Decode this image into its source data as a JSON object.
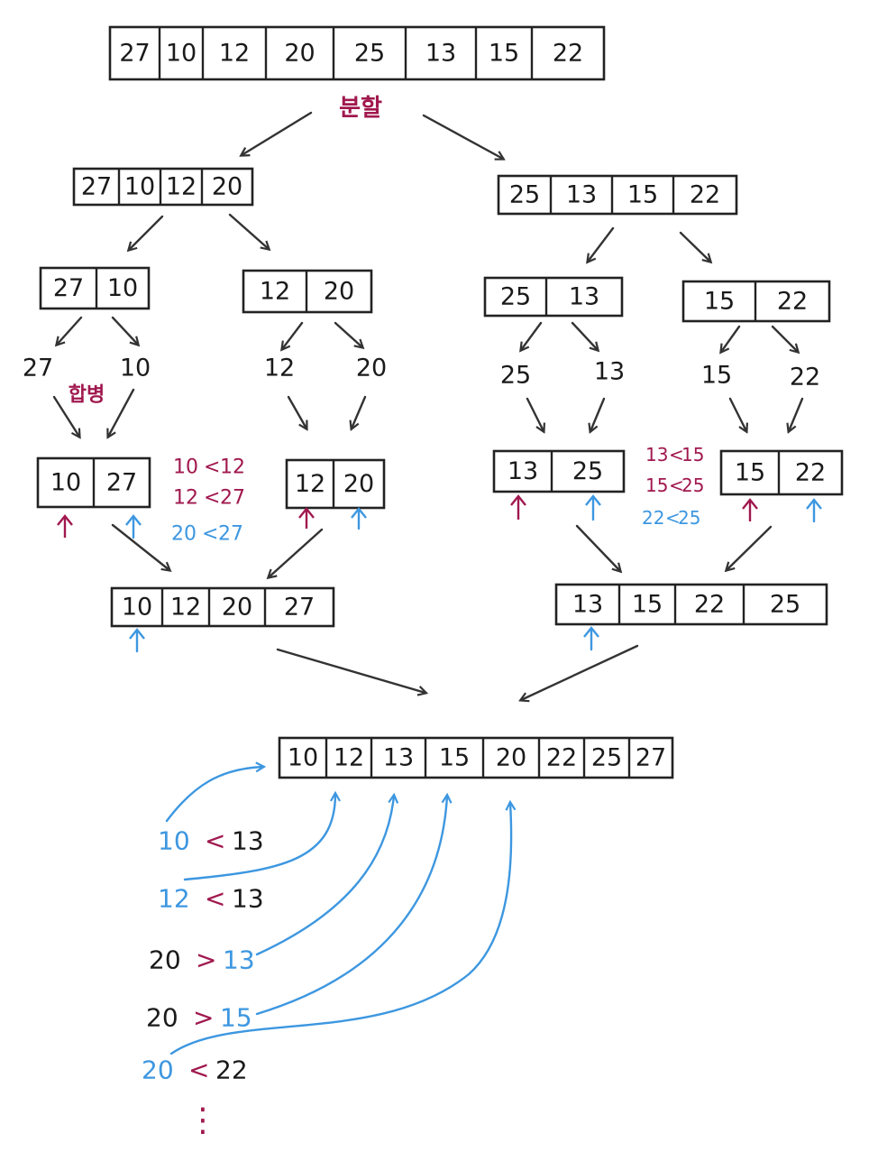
{
  "colors": {
    "ink": "#1a1a1a",
    "split_merge": "#a0184e",
    "pointer_red": "#a0184e",
    "pointer_blue": "#3d97e0"
  },
  "labels": {
    "split": "분할",
    "merge": "합병"
  },
  "arrays": {
    "original": [
      "27",
      "10",
      "12",
      "20",
      "25",
      "13",
      "15",
      "22"
    ],
    "left_half": [
      "27",
      "10",
      "12",
      "20"
    ],
    "right_half": [
      "25",
      "13",
      "15",
      "22"
    ],
    "q1": [
      "27",
      "10"
    ],
    "q2": [
      "12",
      "20"
    ],
    "q3": [
      "25",
      "13"
    ],
    "q4": [
      "15",
      "22"
    ],
    "single": [
      "27",
      "10",
      "12",
      "20",
      "25",
      "13",
      "15",
      "22"
    ],
    "m1": [
      "10",
      "27"
    ],
    "m2": [
      "12",
      "20"
    ],
    "m3": [
      "13",
      "25"
    ],
    "m4": [
      "15",
      "22"
    ],
    "ml": [
      "10",
      "12",
      "20",
      "27"
    ],
    "mr": [
      "13",
      "15",
      "22",
      "25"
    ],
    "final": [
      "10",
      "12",
      "13",
      "15",
      "20",
      "22",
      "25",
      "27"
    ]
  },
  "comparisons_left": [
    {
      "a": "10",
      "op": "<",
      "b": "12"
    },
    {
      "a": "12",
      "op": "<",
      "b": "27"
    },
    {
      "a": "20",
      "op": "<",
      "b": "27"
    }
  ],
  "comparisons_right": [
    {
      "a": "13",
      "op": "<",
      "b": "15"
    },
    {
      "a": "15",
      "op": "<",
      "b": "25"
    },
    {
      "a": "22",
      "op": "<",
      "b": "25"
    }
  ],
  "comparisons_final": [
    {
      "a": "10",
      "op": "<",
      "b": "13"
    },
    {
      "a": "12",
      "op": "<",
      "b": "13"
    },
    {
      "a": "20",
      "op": ">",
      "b": "13"
    },
    {
      "a": "20",
      "op": ">",
      "b": "15"
    },
    {
      "a": "20",
      "op": "<",
      "b": "22"
    }
  ],
  "ellipsis": "⋮"
}
